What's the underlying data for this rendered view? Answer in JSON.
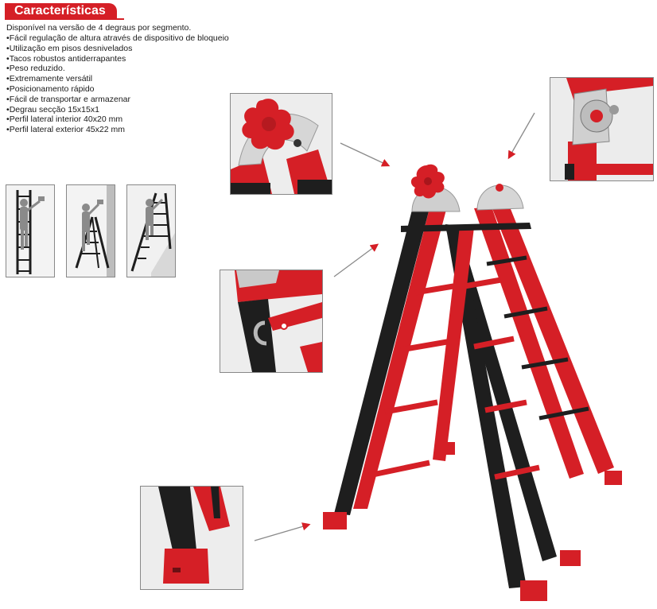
{
  "header": {
    "title": "Características"
  },
  "intro": "Disponível na versão de 4 degraus por segmento.",
  "features": [
    "Fácil regulação de altura através de dispositivo de bloqueio",
    "Utilização em pisos desnivelados",
    "Tacos robustos antiderrapantes",
    "Peso reduzido.",
    "Extremamente versátil",
    "Posicionamento rápido",
    "Fácil de transportar e armazenar",
    "Degrau secção 15x15x1",
    "Perfil lateral interior 40x20 mm",
    "Perfil lateral exterior 45x22 mm"
  ],
  "colors": {
    "accent": "#d51f26",
    "profile_dark": "#1e1e1e",
    "hinge": "#c8c8c8"
  },
  "icons": [
    "hinge-knob-detail",
    "hinge-lock-detail",
    "rung-clip-detail",
    "foot-cap-detail",
    "usage-straight-ladder",
    "usage-stepladder",
    "usage-stair-ladder"
  ]
}
